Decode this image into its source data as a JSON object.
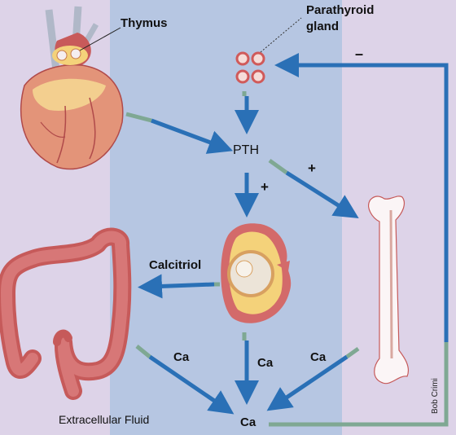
{
  "labels": {
    "thymus": "Thymus",
    "parathyroid": "Parathyroid",
    "gland": "gland",
    "pth": "PTH",
    "plus_kidney": "+",
    "plus_bone": "+",
    "minus": "–",
    "calcitriol": "Calcitriol",
    "ca_intestine": "Ca",
    "ca_kidney": "Ca",
    "ca_bone": "Ca",
    "ca_center": "Ca",
    "extracellular": "Extracellular Fluid",
    "signature": "Bob Crimi"
  },
  "colors": {
    "background_side": "#ddd3e8",
    "background_center": "#b6c6e2",
    "arrow_blue": "#2a70b6",
    "feedback_green": "#7fa893",
    "organ_red": "#cf6a6a",
    "organ_yellow": "#f4d27a"
  },
  "icons": [
    "heart-thymus-illustration",
    "parathyroid-gland-icon",
    "kidney-illustration",
    "intestine-illustration",
    "bone-illustration"
  ]
}
